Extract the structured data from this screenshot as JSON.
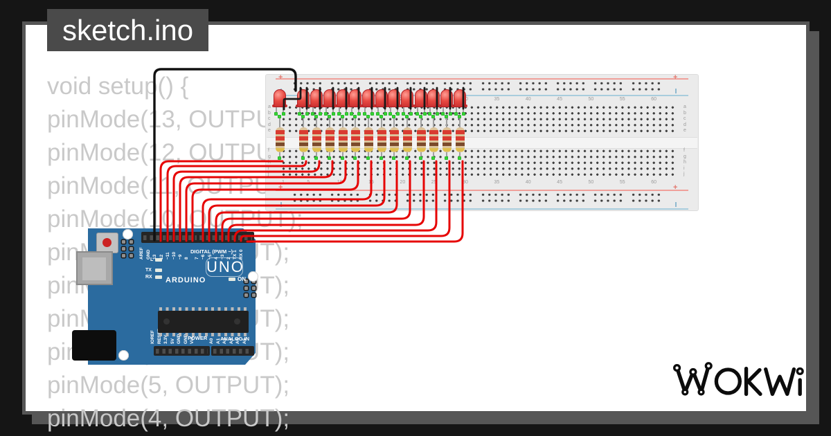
{
  "frame": {
    "bg": "#151515",
    "border": "#565656",
    "card_bg": "#ffffff"
  },
  "title_tab": {
    "label": "sketch.ino",
    "bg": "#4a4a4a",
    "color": "#ffffff"
  },
  "code": {
    "color": "#c9c9c9",
    "lines": [
      "void setup() {",
      "pinMode(13, OUTPUT);",
      "pinMode(12, OUTPUT);",
      "pinMode(11, OUTPUT);",
      "pinMode(10, OUTPUT);",
      "pinMode(9, OUTPUT);",
      "pinMode(8, OUTPUT);",
      "pinMode(7, OUTPUT);",
      "pinMode(6, OUTPUT);",
      "pinMode(5, OUTPUT);",
      "pinMode(4, OUTPUT);"
    ]
  },
  "brand": {
    "name": "WOKWI",
    "color": "#0c0c0c"
  },
  "breadboard": {
    "column_numbers": [
      1,
      5,
      10,
      15,
      20,
      25,
      30,
      35,
      40,
      45,
      50,
      55,
      60
    ],
    "row_letters_top": [
      "a",
      "b",
      "c",
      "d",
      "e"
    ],
    "row_letters_bottom": [
      "f",
      "g",
      "h",
      "i",
      "j"
    ],
    "plus": "+",
    "colors": {
      "body": "#ebebeb",
      "hole": "#3e3e3e",
      "rail_red": "#f0a09a",
      "rail_blue": "#a8cddd",
      "label": "#9b9b9b"
    }
  },
  "leds": {
    "count": 14,
    "color": "#e53935",
    "lead_dot_color": "#35d435"
  },
  "resistors": {
    "count": 14,
    "bands": [
      "red",
      "red",
      "brown",
      "gold"
    ],
    "body_color": "#dcc49b",
    "band_colors": {
      "red": "#d93b31",
      "brown": "#7b4a2b",
      "gold": "#e0c04e"
    }
  },
  "arduino": {
    "board_color": "#2b6b9f",
    "digital_pins": [
      "AREF",
      "GND",
      "13",
      "12",
      "~11",
      "~10",
      "~9",
      "8",
      "7",
      "~6",
      "~5",
      "4",
      "~3",
      "2",
      "TX 1",
      "RX 0"
    ],
    "power_pins": [
      "IOREF",
      "RESET",
      "3.3V",
      "5V",
      "GND",
      "GND",
      "Vin"
    ],
    "analog_pins": [
      "A0",
      "A1",
      "A2",
      "A3",
      "A4",
      "A5"
    ],
    "digital_label": "DIGITAL (PWM ~)",
    "power_label": "POWER",
    "analog_label": "ANALOG IN",
    "board_name": "UNO",
    "brand": "ARDUINO",
    "on_label": "ON",
    "status_led_labels": [
      "L",
      "TX",
      "RX"
    ]
  },
  "wires": {
    "gnd": {
      "from_pin": "GND",
      "to": "minus-rail",
      "color": "#111111"
    },
    "jumper_color": "#191919",
    "red_color": "#e60505",
    "red": [
      {
        "pin": "13",
        "led": 1
      },
      {
        "pin": "12",
        "led": 2
      },
      {
        "pin": "11",
        "led": 3
      },
      {
        "pin": "10",
        "led": 4
      },
      {
        "pin": "9",
        "led": 5
      },
      {
        "pin": "8",
        "led": 6
      },
      {
        "pin": "7",
        "led": 7
      },
      {
        "pin": "6",
        "led": 8
      },
      {
        "pin": "5",
        "led": 9
      },
      {
        "pin": "4",
        "led": 10
      },
      {
        "pin": "3",
        "led": 11
      },
      {
        "pin": "2",
        "led": 12
      },
      {
        "pin": "1",
        "led": 13
      },
      {
        "pin": "0",
        "led": 14
      }
    ]
  }
}
